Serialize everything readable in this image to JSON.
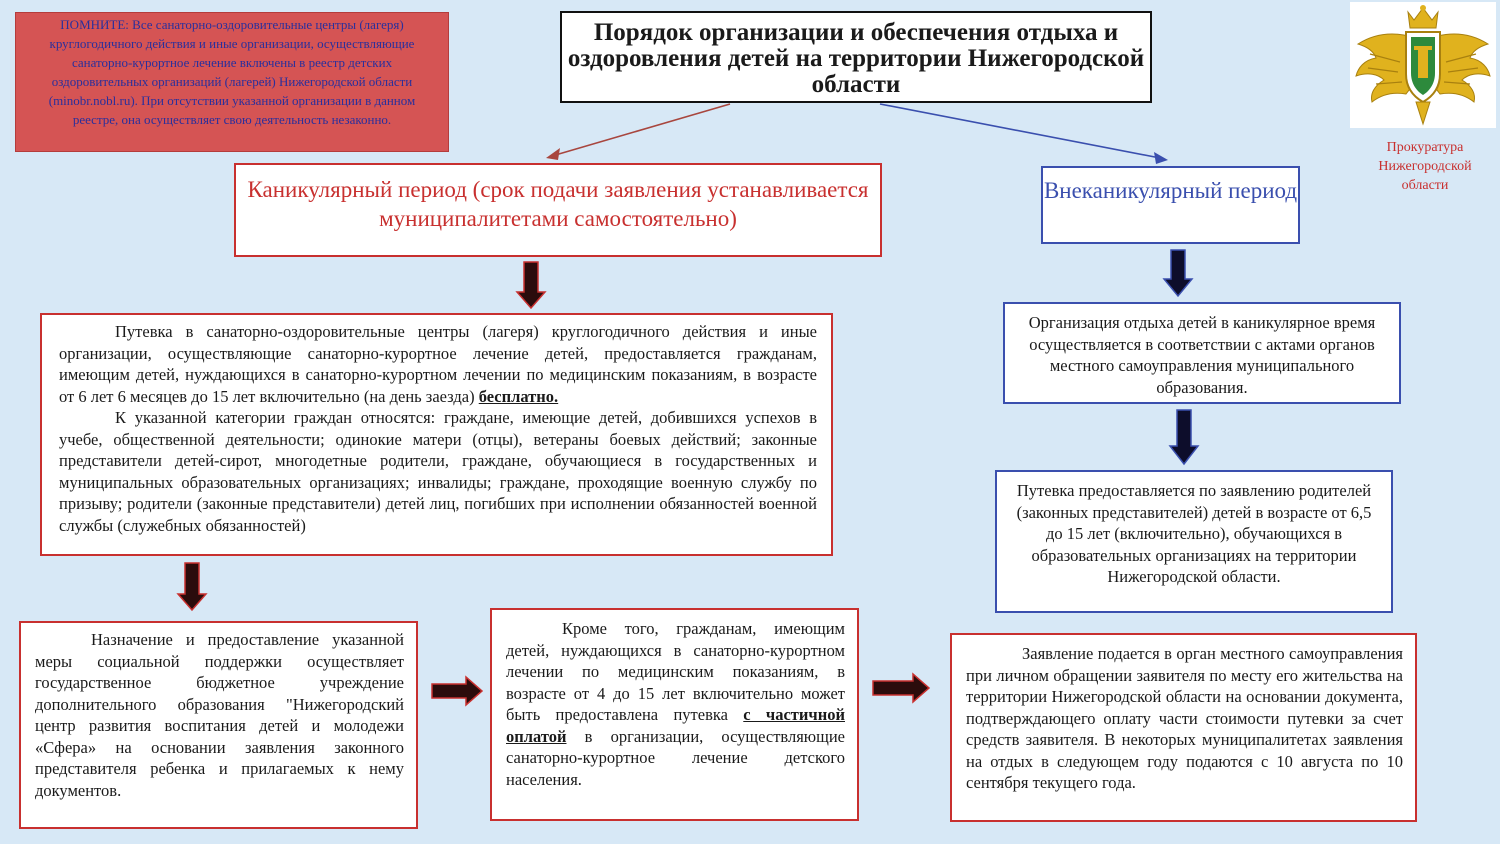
{
  "colors": {
    "background": "#d7e8f6",
    "red": "#c8302f",
    "blue": "#3a4fae",
    "warning_fill": "#d55454",
    "arrow_fill": "#2b0c0c"
  },
  "warning": "ПОМНИТЕ: Все санаторно-оздоровительные центры (лагеря) круглогодичного действия и иные организации, осуществляющие санаторно-курортное лечение включены в реестр детских оздоровительных организаций (лагерей) Нижегородской области (minobr.nobl.ru). При отсутствии указанной организации в данном реестре, она осуществляет свою деятельность незаконно.",
  "title": "Порядок организации и обеспечения отдыха и оздоровления детей на территории Нижегородской области",
  "logo": {
    "icon": "prosecutor-emblem-icon",
    "label": "Прокуратура Нижегородской области"
  },
  "holiday_period": "Каникулярный период (срок подачи заявления устанавливается муниципалитетами самостоятельно)",
  "nonholiday_period": "Внеканикулярный период",
  "voucher": {
    "p1_text": "Путевка в санаторно-оздоровительные центры (лагеря) круглогодичного действия и иные организации, осуществляющие санаторно-курортное лечение детей, предоставляется гражданам, имеющим детей, нуждающихся в санаторно-курортном лечении по медицинским показаниям, в возрасте от 6 лет 6 месяцев до 15 лет включительно (на день заезда) ",
    "p1_emphasis": "бесплатно.",
    "p2_text": "К указанной категории граждан относятся: граждане, имеющие детей, добившихся успехов в учебе, общественной деятельности; одинокие матери (отцы), ветераны боевых действий; законные представители детей-сирот, многодетные родители, граждане, обучающиеся в государственных и муниципальных образовательных организациях; инвалиды; граждане, проходящие военную службу по призыву; родители (законные представители) детей лиц, погибших при исполнении обязанностей военной службы (служебных обязанностей)"
  },
  "organization": "Организация отдыха детей в каникулярное время осуществляется в соответствии с актами органов местного самоуправления муниципального образования.",
  "nonholiday_voucher": "Путевка предоставляется по заявлению родителей (законных представителей) детей в возрасте от 6,5 до 15 лет (включительно), обучающихся в образовательных организациях на территории Нижегородской области.",
  "appointment": "Назначение и предоставление указанной меры социальной поддержки осуществляет государственное бюджетное учреждение дополнительного образования \"Нижегородский центр развития воспитания детей и молодежи «Сфера» на основании заявления законного представителя ребенка и прилагаемых к нему документов.",
  "partial": {
    "before": "Кроме того, гражданам, имеющим детей, нуждающихся в санаторно-курортном лечении по медицинским показаниям, в возрасте от 4 до 15 лет включительно может быть предоставлена путевка ",
    "emphasis": "с частичной оплатой",
    "after": " в организации, осуществляющие санаторно-курортное лечение детского населения."
  },
  "application": "Заявление подается в орган местного самоуправления при личном обращении заявителя по месту его жительства на территории Нижегородской области на основании документа, подтверждающего оплату части стоимости путевки за счет средств заявителя. В некоторых муниципалитетах заявления на отдых в следующем году подаются с 10 августа по 10 сентября текущего года."
}
